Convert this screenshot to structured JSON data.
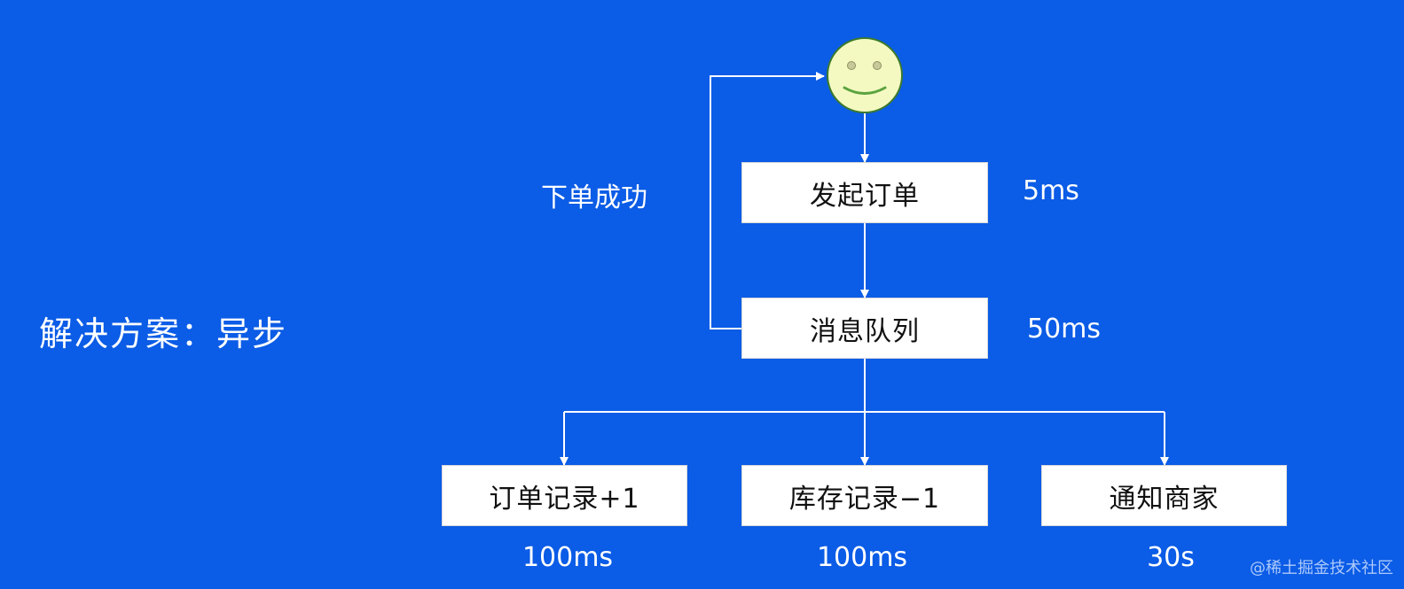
{
  "title": "解决方案：异步",
  "user_icon": "smiley-face-icon",
  "return_label": "下单成功",
  "nodes": {
    "start_order": "发起订单",
    "message_queue": "消息队列",
    "order_record": "订单记录+1",
    "inventory_record": "库存记录−1",
    "notify_merchant": "通知商家"
  },
  "timings": {
    "start_order": "5ms",
    "message_queue": "50ms",
    "order_record": "100ms",
    "inventory_record": "100ms",
    "notify_merchant": "30s"
  },
  "watermark": "@稀土掘金技术社区",
  "colors": {
    "background": "#0b5ce6",
    "box_fill": "#ffffff",
    "line": "#ffffff",
    "face_fill": "#f4f9c2",
    "face_outline": "#3c7a2b"
  }
}
